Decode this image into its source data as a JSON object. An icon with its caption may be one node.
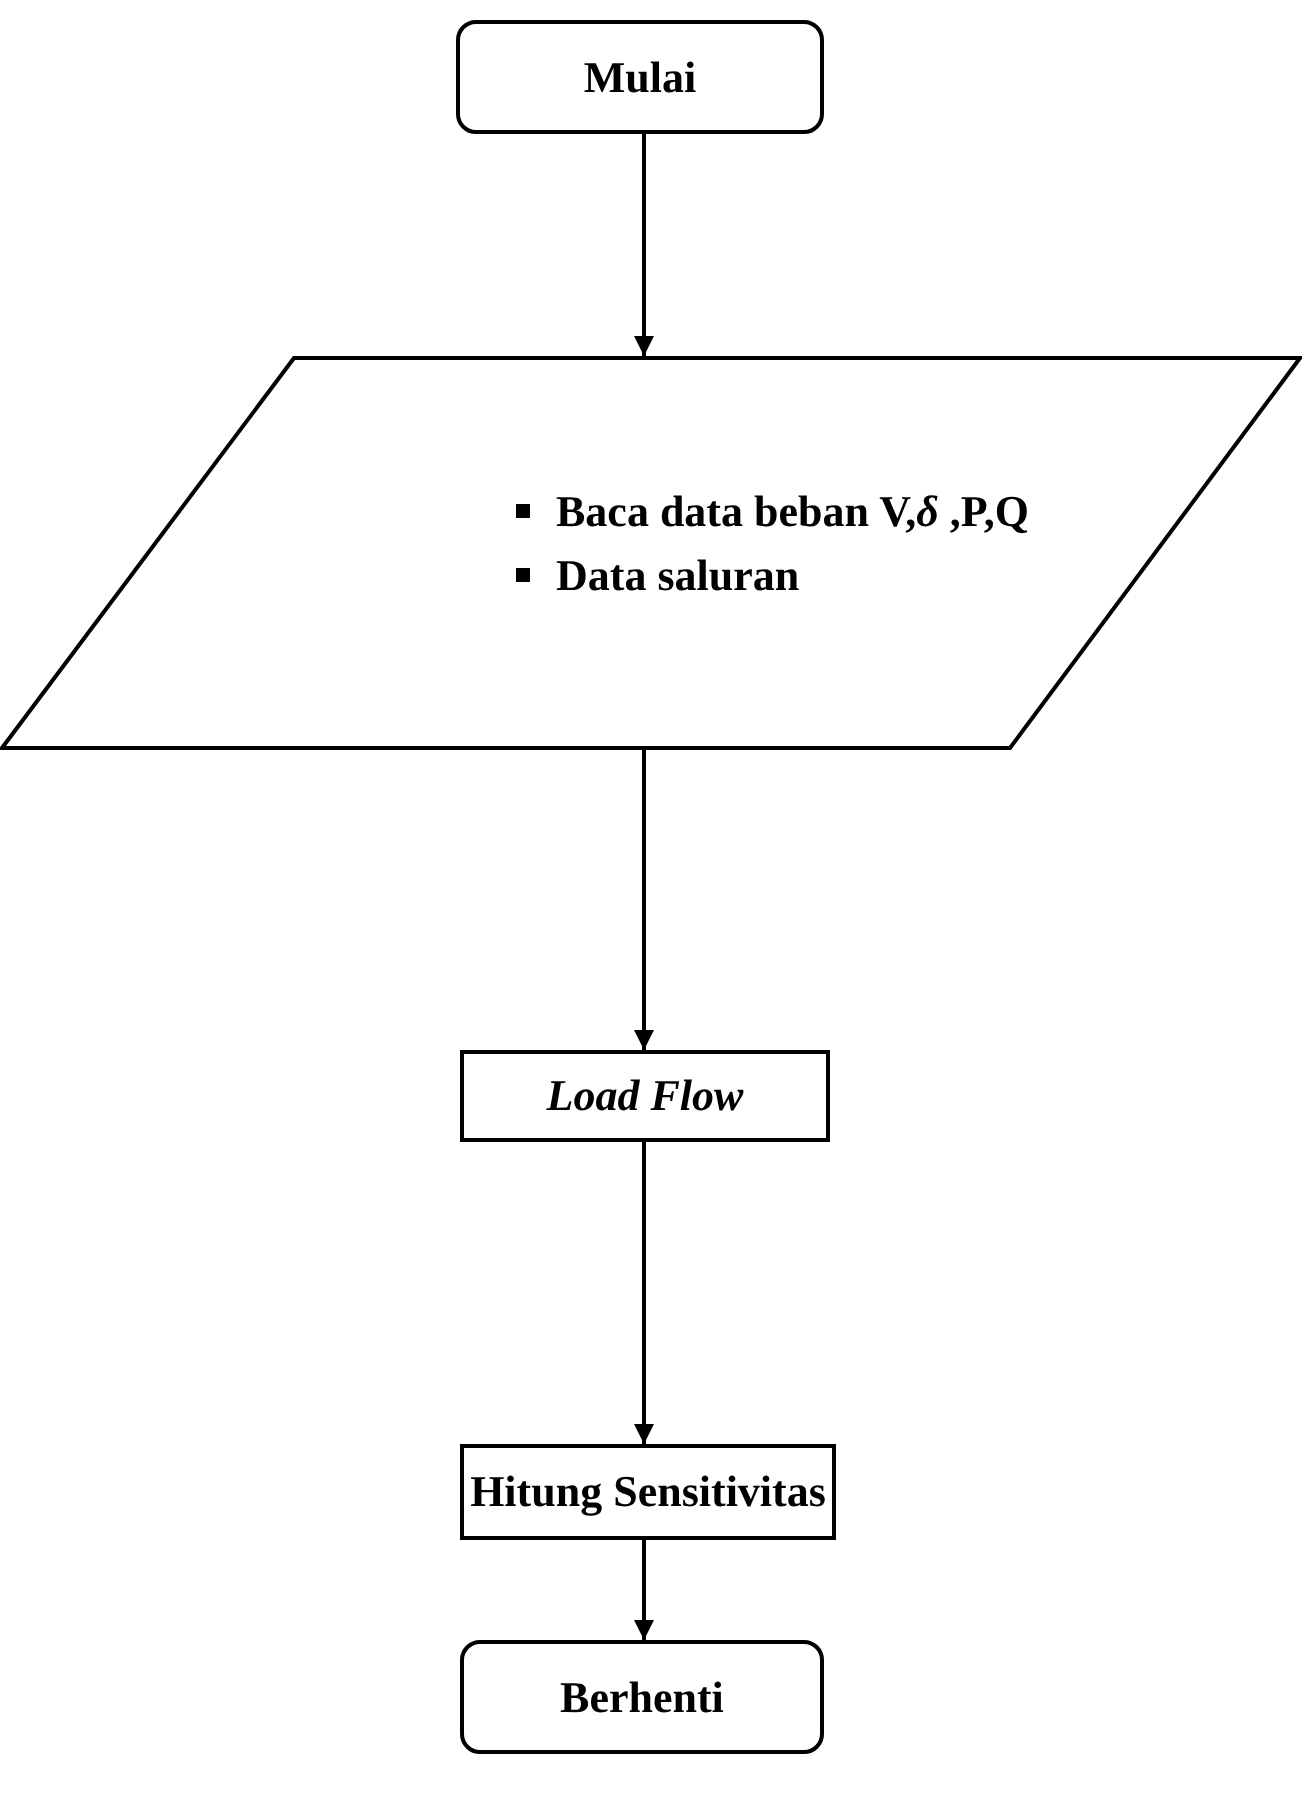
{
  "diagram": {
    "nodes": [
      {
        "text": [
          "Mulai"
        ]
      },
      {
        "text": [
          "Baca data beban V,*δ* ,P,Q",
          "Data saluran"
        ]
      },
      {
        "text": [
          "Load Flow"
        ]
      },
      {
        "text": [
          "Hitung Sensitivitas"
        ]
      },
      {
        "text": [
          "Berhenti"
        ]
      }
    ],
    "edges": [
      {
        "from": 0,
        "to": 1,
        "arrow": "to"
      },
      {
        "from": 1,
        "to": 2,
        "arrow": "to"
      },
      {
        "from": 2,
        "to": 3,
        "arrow": "to"
      },
      {
        "from": 3,
        "to": 4,
        "arrow": "to"
      }
    ]
  }
}
